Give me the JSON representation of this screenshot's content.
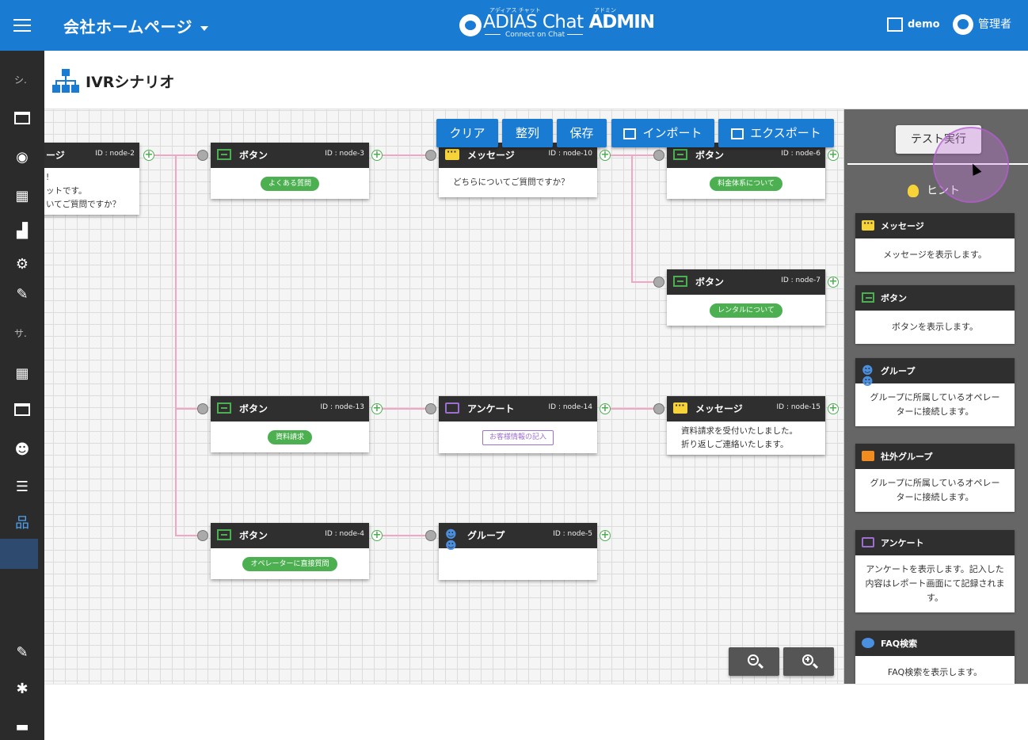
{
  "header": {
    "site_name": "会社ホームページ",
    "logo_ruby_left": "アディアス チャット",
    "logo_ruby_right": "アドミン",
    "logo_main": "ADIAS Chat",
    "logo_bold": "ADMIN",
    "logo_sub": "Connect on Chat",
    "tenant": "demo",
    "user": "管理者",
    "brand_color": "#1a7bd3"
  },
  "sidebar": {
    "section1": "シ.",
    "section2": "サ.",
    "items": [
      {
        "icon": "window-icon"
      },
      {
        "icon": "operator-icon"
      },
      {
        "icon": "building-icon"
      },
      {
        "icon": "bar-chart-icon"
      },
      {
        "icon": "gears-icon"
      },
      {
        "icon": "plug-icon"
      },
      {
        "icon": "dashboard-icon"
      },
      {
        "icon": "window-icon"
      },
      {
        "icon": "group-icon"
      },
      {
        "icon": "user-list-icon"
      },
      {
        "icon": "sitemap-icon",
        "selected": true
      },
      {
        "icon": "edit-note-icon"
      },
      {
        "icon": "translate-icon"
      },
      {
        "icon": "chat-icon"
      }
    ]
  },
  "page": {
    "title": "IVRシナリオ"
  },
  "toolbar": {
    "clear": "クリア",
    "arrange": "整列",
    "save": "保存",
    "import": "インポート",
    "export": "エクスポート"
  },
  "nodes": {
    "n2": {
      "title": "ージ",
      "id": "ID : node-2",
      "line1": "!",
      "line2": "ットです。",
      "line3": "いてご質問ですか？"
    },
    "n3": {
      "title": "ボタン",
      "id": "ID : node-3",
      "pill": "よくある質問"
    },
    "n10": {
      "title": "メッセージ",
      "id": "ID : node-10",
      "text": "どちらについてご質問ですか？"
    },
    "n6": {
      "title": "ボタン",
      "id": "ID : node-6",
      "pill": "料金体系について"
    },
    "n7": {
      "title": "ボタン",
      "id": "ID : node-7",
      "pill": "レンタルについて"
    },
    "n13": {
      "title": "ボタン",
      "id": "ID : node-13",
      "pill": "資料請求"
    },
    "n14": {
      "title": "アンケート",
      "id": "ID : node-14",
      "pill": "お客様情報の記入"
    },
    "n15": {
      "title": "メッセージ",
      "id": "ID : node-15",
      "line1": "資料請求を受付いたしました。",
      "line2": "折り返しご連絡いたします。"
    },
    "n4": {
      "title": "ボタン",
      "id": "ID : node-4",
      "pill": "オペレーターに直接質問"
    },
    "n5": {
      "title": "グループ",
      "id": "ID : node-5"
    }
  },
  "panel": {
    "test_run": "テスト実行",
    "hint": "ヒント",
    "cards": [
      {
        "title": "メッセージ",
        "desc": "メッセージを表示します。",
        "icon": "message-icon"
      },
      {
        "title": "ボタン",
        "desc": "ボタンを表示します。",
        "icon": "button-icon"
      },
      {
        "title": "グループ",
        "desc": "グループに所属しているオペレーターに接続します。",
        "icon": "group-icon"
      },
      {
        "title": "社外グループ",
        "desc": "グループに所属しているオペレーターに接続します。",
        "icon": "external-group-icon"
      },
      {
        "title": "アンケート",
        "desc": "アンケートを表示します。記入した内容はレポート画面にて記録されます。",
        "icon": "survey-icon"
      },
      {
        "title": "FAQ検索",
        "desc": "FAQ検索を表示します。",
        "icon": "faq-icon"
      }
    ]
  }
}
